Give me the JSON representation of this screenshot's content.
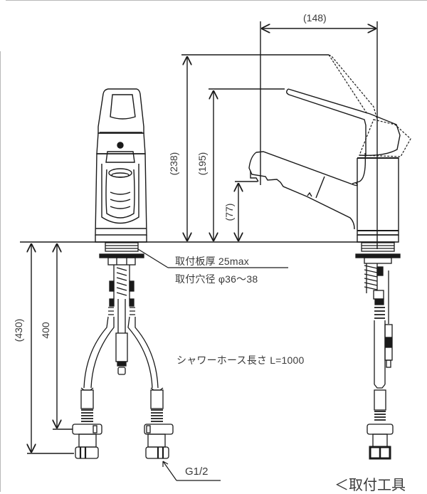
{
  "drawing": {
    "type": "faucet dimensional drawing (front and side view)",
    "line_color": "#1a1a1a",
    "text_color": "#3a3a3a"
  },
  "dimensions": {
    "width_overall": "(148)",
    "height_lever_raised": "(238)",
    "height_lever": "(195)",
    "height_spout": "(77)",
    "hose_total": "(430)",
    "hose_to_fitting": "400"
  },
  "annotations": {
    "plate_thickness": "取付板厚 25max",
    "hole_diameter": "取付穴径 φ36～38",
    "shower_hose": "シャワーホース長さ L=1000",
    "thread": "G1/2",
    "footer_cut": "＜取付工具"
  }
}
